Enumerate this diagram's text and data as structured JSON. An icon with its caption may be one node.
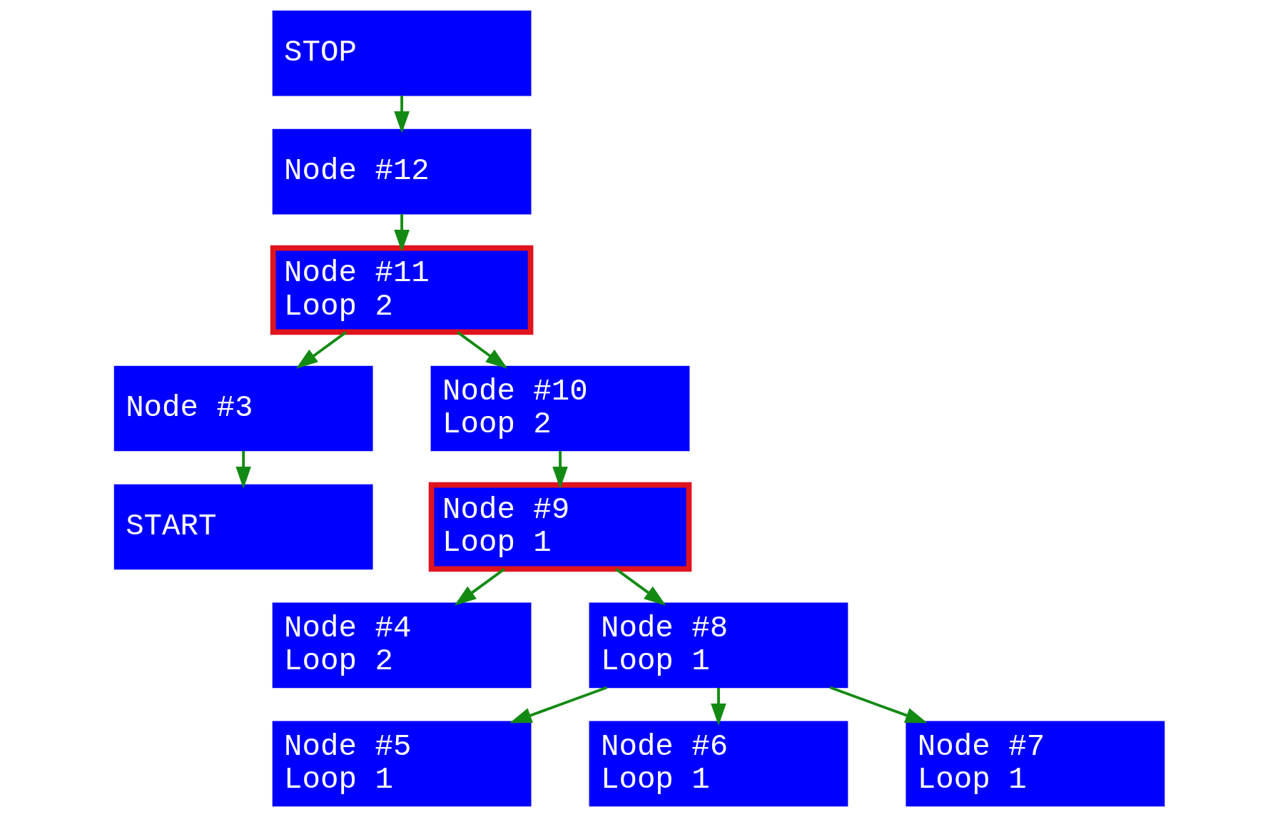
{
  "diagram": {
    "nodes": [
      {
        "text": [
          "STOP"
        ]
      },
      {
        "text": [
          "Node #12"
        ]
      },
      {
        "text": [
          "Node #11",
          "Loop 2"
        ]
      },
      {
        "text": [
          "Node #3"
        ]
      },
      {
        "text": [
          "Node #10",
          "Loop 2"
        ]
      },
      {
        "text": [
          "START"
        ]
      },
      {
        "text": [
          "Node #9",
          "Loop 1"
        ]
      },
      {
        "text": [
          "Node #4",
          "Loop 2"
        ]
      },
      {
        "text": [
          "Node #8",
          "Loop 1"
        ]
      },
      {
        "text": [
          "Node #5",
          "Loop 1"
        ]
      },
      {
        "text": [
          "Node #6",
          "Loop 1"
        ]
      },
      {
        "text": [
          "Node #7",
          "Loop 1"
        ]
      }
    ],
    "edges": [
      {
        "from": 0,
        "to": 1,
        "arrow": "to"
      },
      {
        "from": 1,
        "to": 2,
        "arrow": "to"
      },
      {
        "from": 2,
        "to": 3,
        "arrow": "to"
      },
      {
        "from": 2,
        "to": 4,
        "arrow": "to"
      },
      {
        "from": 3,
        "to": 5,
        "arrow": "to"
      },
      {
        "from": 4,
        "to": 6,
        "arrow": "to"
      },
      {
        "from": 6,
        "to": 7,
        "arrow": "to"
      },
      {
        "from": 6,
        "to": 8,
        "arrow": "to"
      },
      {
        "from": 8,
        "to": 9,
        "arrow": "to"
      },
      {
        "from": 8,
        "to": 10,
        "arrow": "to"
      },
      {
        "from": 8,
        "to": 11,
        "arrow": "to"
      }
    ]
  }
}
